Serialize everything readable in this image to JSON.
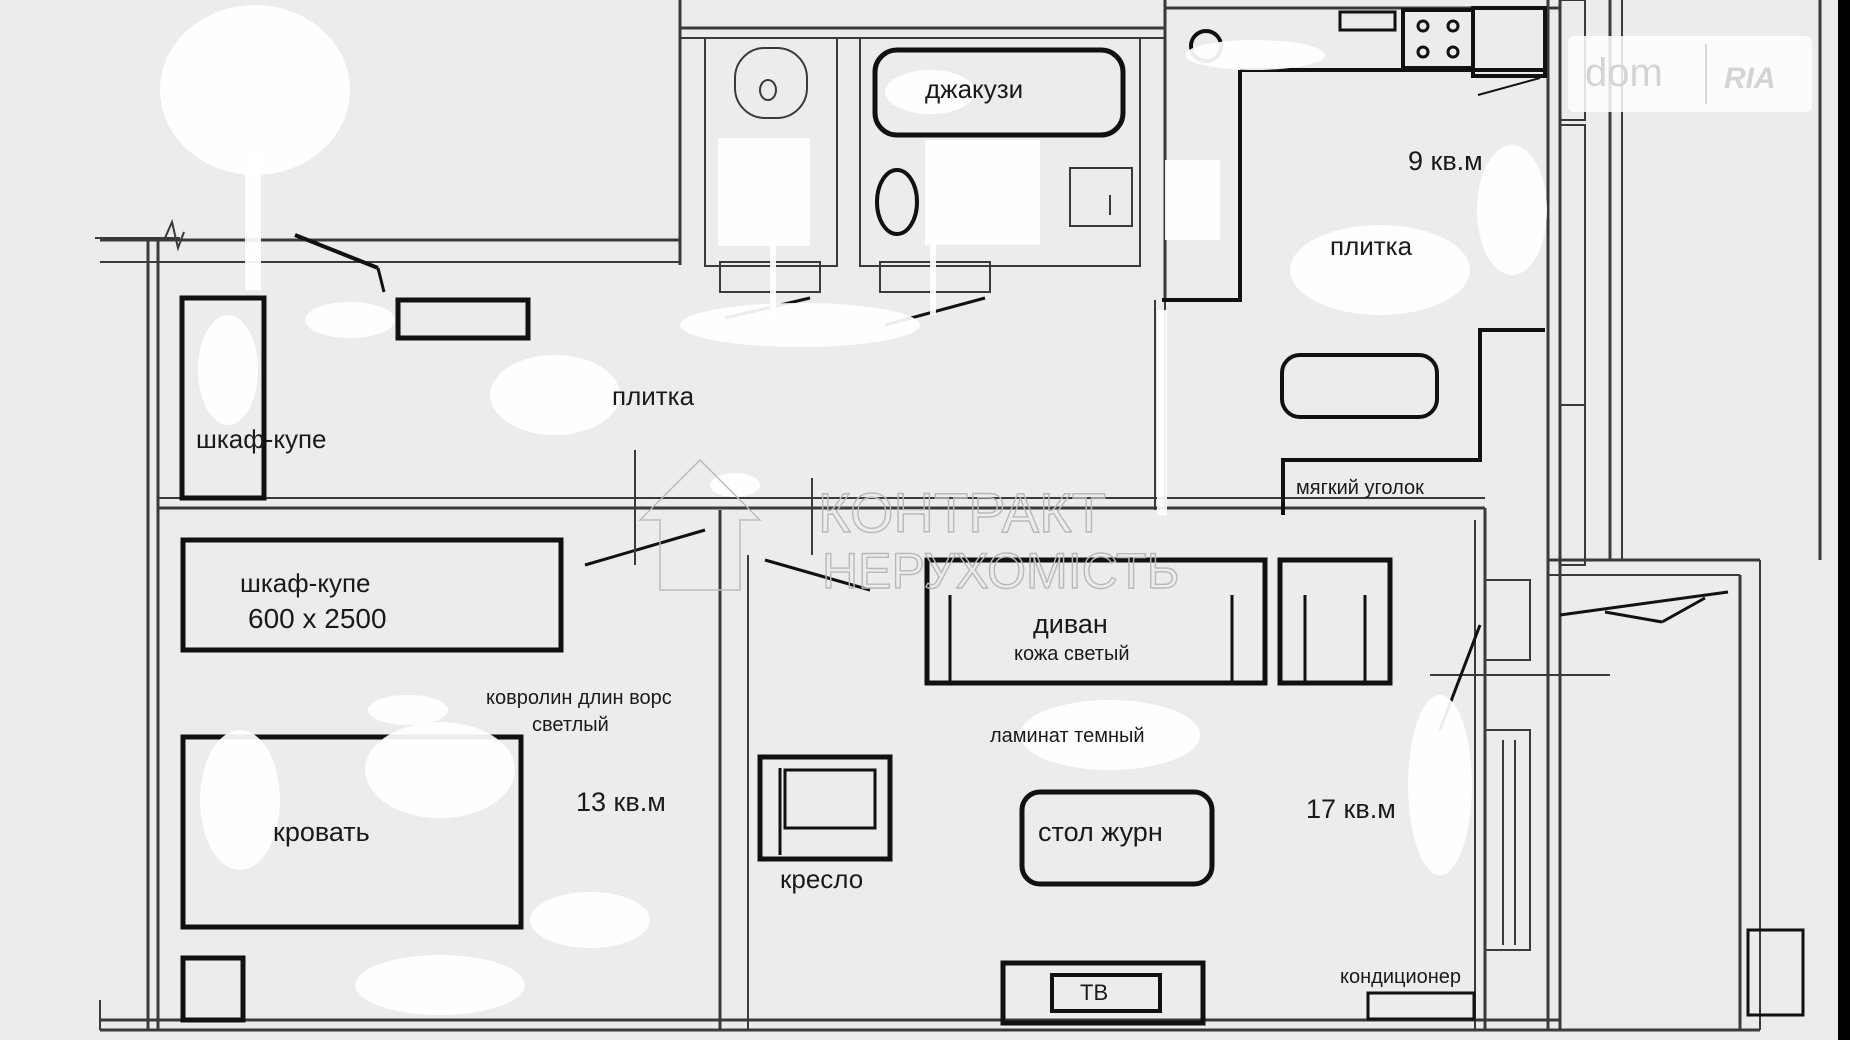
{
  "watermark": {
    "brand_line1": "КОНТРАКТ",
    "brand_line2": "НЕРУХОМІСТЬ",
    "dom_text": "dom",
    "ria_text": "RIA"
  },
  "rooms": {
    "jacuzzi": "джакузи",
    "kitchen_area": "9 кв.м",
    "kitchen_floor": "плитка",
    "hall_floor": "плитка",
    "hall_wardrobe": "шкаф-купе",
    "soft_corner": "мягкий уголок",
    "bedroom_wardrobe": "шкаф-купе",
    "bedroom_wardrobe_size": "600 х 2500",
    "carpet_line1": "ковролин длин ворс",
    "carpet_line2": "светлый",
    "bedroom_area": "13 кв.м",
    "bed": "кровать",
    "armchair": "кресло",
    "sofa": "диван",
    "sofa_note": "кожа светый",
    "laminate": "ламинат темный",
    "coffee_table": "стол журн",
    "living_area": "17 кв.м",
    "tv": "ТВ",
    "air_conditioner": "кондиционер"
  }
}
